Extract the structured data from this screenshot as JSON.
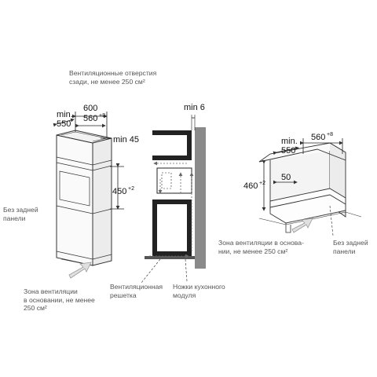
{
  "labels": {
    "vent_back_l1": "Вентиляционные отверстия",
    "vent_back_l2": "сзади, не менее 250 см²",
    "no_back_panel_l1": "Без задней",
    "no_back_panel_l2": "панели",
    "vent_base_l1": "Зона вентиляции",
    "vent_base_l2": "в основании, не менее",
    "vent_base_l3": "250 см²",
    "vent_grille_l1": "Вентиляционная",
    "vent_grille_l2": "решетка",
    "kitchen_legs_l1": "Ножки кухонного",
    "kitchen_legs_l2": "модуля",
    "vent_base_right_l1": "Зона вентиляции в основа-",
    "vent_base_right_l2": "нии, не менее 250 см²",
    "no_back_panel_right_l1": "Без задней",
    "no_back_panel_right_l2": "панели"
  },
  "dimensions": {
    "left": {
      "width_600": "600",
      "min_label": "min.",
      "depth_550": "550",
      "width_560": "560",
      "width_560_tol": "+8",
      "min45": "min 45",
      "height_450": "450",
      "height_450_tol": "+2"
    },
    "middle": {
      "min6": "min 6"
    },
    "right": {
      "min_label": "min.",
      "depth_550": "550",
      "width_560": "560",
      "width_560_tol": "+8",
      "height_460": "460",
      "height_460_tol": "+2",
      "dim_50": "50"
    }
  },
  "colors": {
    "line": "#333333",
    "wall": "#8a8a8a",
    "arrow": "#999999",
    "text": "#555555",
    "appliance": "#222222"
  }
}
